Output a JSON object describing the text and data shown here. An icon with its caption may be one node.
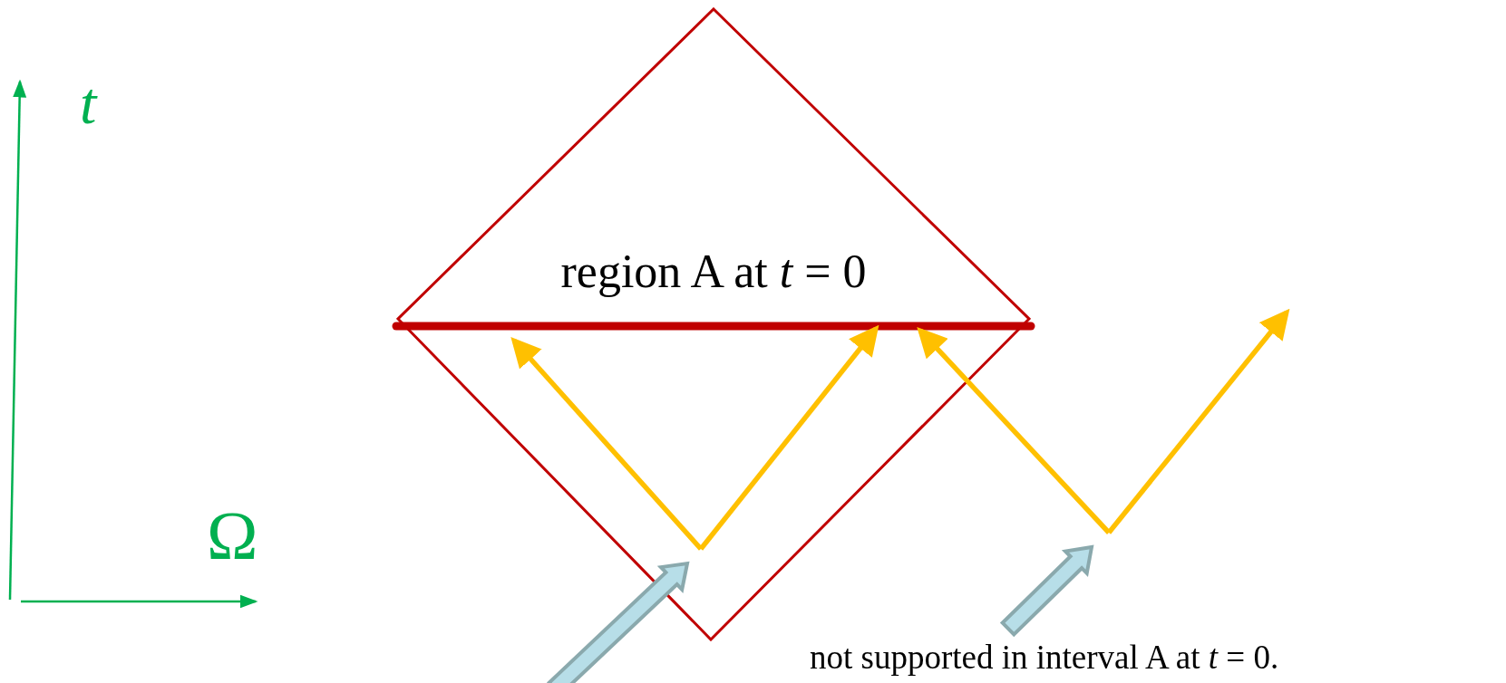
{
  "diagram": {
    "nodes": [
      {
        "text": [
          "region A at *t* = 0"
        ]
      }
    ],
    "labels": [
      "t",
      "Ω",
      "not supported in interval A at *t* = 0."
    ]
  }
}
